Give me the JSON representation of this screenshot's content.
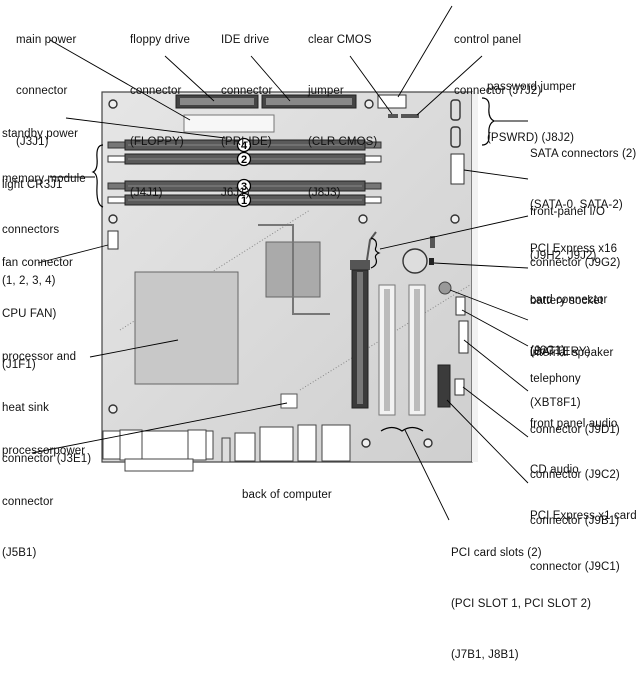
{
  "title": "System board components",
  "caption": "back of computer",
  "labels": {
    "main_power": [
      "main power",
      "connector",
      "(J3J1)"
    ],
    "floppy": [
      "floppy drive",
      "connector",
      "(FLOPPY)",
      "(J4J1)"
    ],
    "ide": [
      "IDE drive",
      "connector",
      "(PRI-IDE)",
      "J6J1)"
    ],
    "clear_cmos": [
      "clear CMOS",
      "jumper",
      "(CLR CMOS)",
      "(J8J3)"
    ],
    "control_panel": [
      "control panel",
      "connector (J7J2)"
    ],
    "password": [
      "password jumper",
      "(PSWRD) (J8J2)"
    ],
    "standby": [
      "standby power",
      "light CR3J1"
    ],
    "memory": [
      "memory module",
      "connectors",
      "(1, 2, 3, 4)"
    ],
    "sata": [
      "SATA connectors (2)",
      "(SATA-0, SATA-2)",
      "(J9H2, J9J2)"
    ],
    "front_io": [
      "front-panel I/O",
      "connector (J9G2)"
    ],
    "fan": [
      "fan connector",
      "CPU FAN)",
      "(J1F1)"
    ],
    "pcie16": [
      "PCI Express x16",
      "card connector",
      "(J6C1)"
    ],
    "battery": [
      "battery socket",
      "(BATTERY)",
      "(XBT8F1)"
    ],
    "speaker": [
      "internal speaker"
    ],
    "telephony": [
      "telephony",
      "connector (J9D1)"
    ],
    "processor": [
      "processor and",
      "heat sink",
      "connector (J3E1)"
    ],
    "fp_audio": [
      "front panel audio",
      "connector (J9C2)"
    ],
    "cd_audio": [
      "CD audio",
      "connector (J9B1)"
    ],
    "proc_power": [
      "processorpower",
      "connector",
      "(J5B1)"
    ],
    "pcie1": [
      "PCI Express x1 card",
      "connector (J9C1)"
    ],
    "pci_slots": [
      "PCI card slots (2)",
      "(PCI SLOT 1, PCI SLOT 2)",
      "(J7B1, J8B1)"
    ]
  },
  "dimm_numbers": [
    "4",
    "2",
    "3",
    "1"
  ],
  "colors": {
    "board": "#dcdcdc",
    "board_edge": "#555555",
    "dimm": "#5a5a5a",
    "leader": "#000000"
  }
}
